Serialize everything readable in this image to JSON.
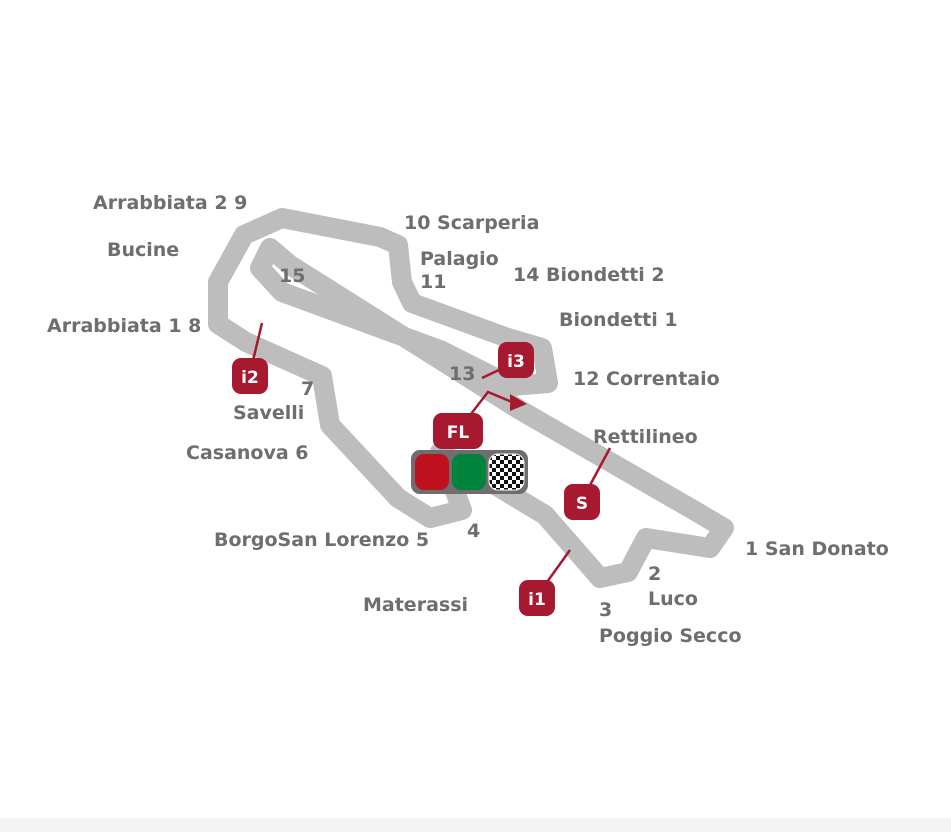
{
  "circuit": {
    "track_color": "#bdbdbd",
    "marker_color": "#a6192e",
    "label_color": "#6e6e6e",
    "corners": [
      {
        "id": "c1",
        "text": "1 San Donato"
      },
      {
        "id": "c2num",
        "text": "2"
      },
      {
        "id": "c2name",
        "text": "Luco"
      },
      {
        "id": "c3num",
        "text": "3"
      },
      {
        "id": "c3name",
        "text": "Poggio Secco"
      },
      {
        "id": "materassi",
        "text": "Materassi"
      },
      {
        "id": "c4",
        "text": "4"
      },
      {
        "id": "c5",
        "text": "BorgoSan Lorenzo 5"
      },
      {
        "id": "c6",
        "text": "Casanova  6"
      },
      {
        "id": "savelli",
        "text": "Savelli"
      },
      {
        "id": "c7",
        "text": "7"
      },
      {
        "id": "c8",
        "text": "Arrabbiata 1  8"
      },
      {
        "id": "bucine",
        "text": "Bucine"
      },
      {
        "id": "c9",
        "text": "Arrabbiata 2  9"
      },
      {
        "id": "c10",
        "text": "10 Scarperia"
      },
      {
        "id": "palagio",
        "text": "Palagio"
      },
      {
        "id": "c11",
        "text": "11"
      },
      {
        "id": "c14",
        "text": "14 Biondetti 2"
      },
      {
        "id": "biondetti1",
        "text": "Biondetti 1"
      },
      {
        "id": "c12",
        "text": "12 Correntaio"
      },
      {
        "id": "c13",
        "text": "13"
      },
      {
        "id": "c15",
        "text": "15"
      },
      {
        "id": "rettilineo",
        "text": "Rettilineo"
      }
    ],
    "markers": [
      {
        "id": "i1",
        "text": "i1"
      },
      {
        "id": "i2",
        "text": "i2"
      },
      {
        "id": "i3",
        "text": "i3"
      },
      {
        "id": "fl",
        "text": "FL"
      },
      {
        "id": "s",
        "text": "S"
      }
    ],
    "start_lights": {
      "red": "#c0111f",
      "green": "#00843d",
      "icons": [
        "red-light-icon",
        "green-light-icon",
        "checkered-flag-icon"
      ]
    }
  }
}
